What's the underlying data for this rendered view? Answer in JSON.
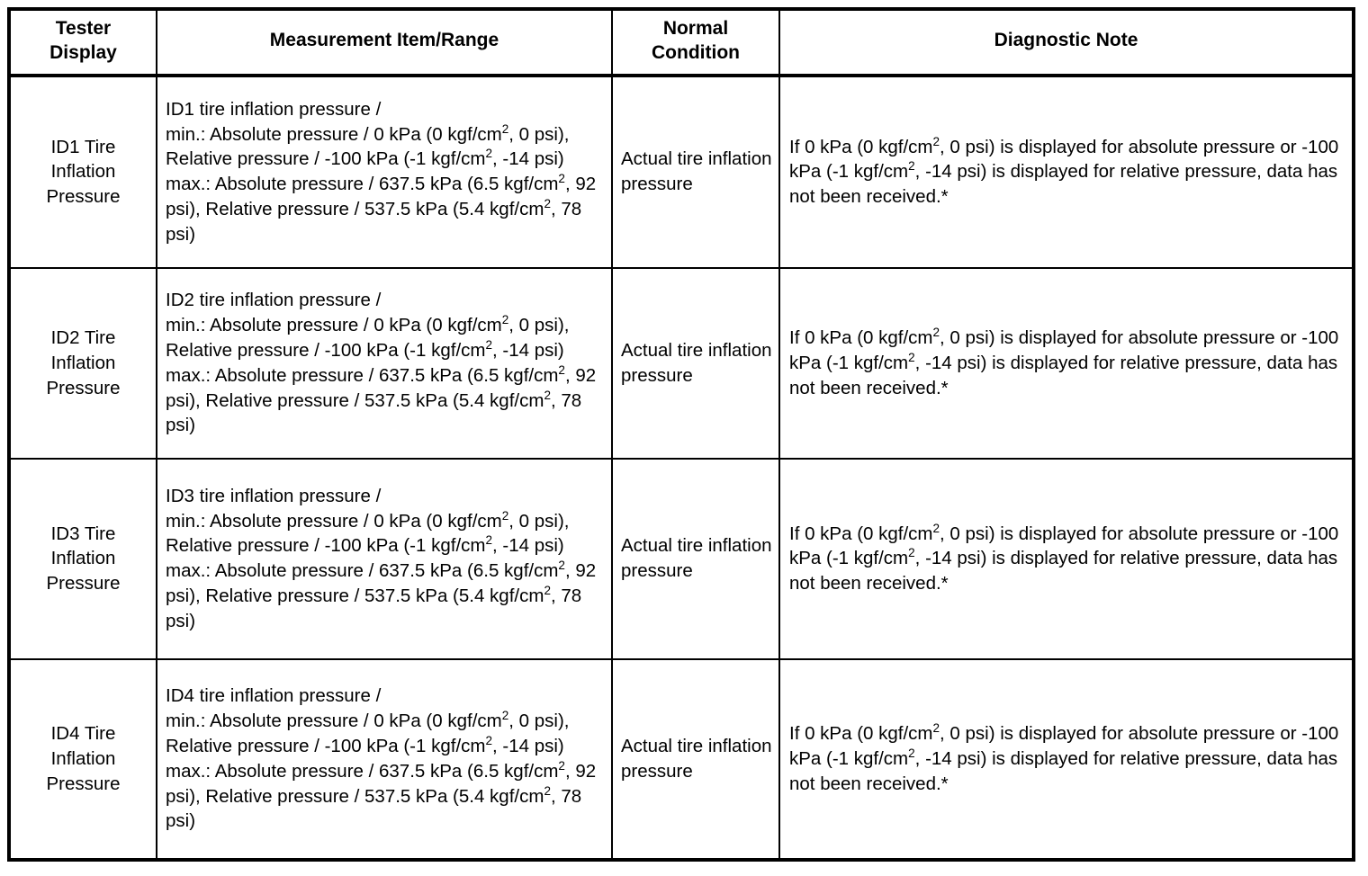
{
  "table": {
    "headers": [
      {
        "id": "tester-display",
        "label": "Tester\nDisplay"
      },
      {
        "id": "measurement-item-range",
        "label": "Measurement Item/Range"
      },
      {
        "id": "normal-condition",
        "label": "Normal\nCondition"
      },
      {
        "id": "diagnostic-note",
        "label": "Diagnostic Note"
      }
    ],
    "rows": [
      {
        "tester_display": "ID1 Tire Inflation Pressure",
        "measurement": {
          "title": "ID1 tire inflation pressure /",
          "min_label": "min.:",
          "min_text": "Absolute pressure / 0 kPa (0 kgf/cm2, 0 psi), Relative pressure / -100 kPa (-1 kgf/cm2, -14 psi)",
          "max_label": "max.:",
          "max_text": "Absolute pressure / 637.5 kPa (6.5 kgf/cm2, 92 psi), Relative pressure / 537.5 kPa (5.4 kgf/cm2, 78 psi)"
        },
        "normal_condition": "Actual tire inflation pressure",
        "diagnostic_note": "If 0 kPa (0 kgf/cm2, 0 psi) is displayed for absolute pressure or -100 kPa (-1 kgf/cm2, -14 psi) is displayed for relative pressure, data has not been received.*"
      },
      {
        "tester_display": "ID2 Tire Inflation Pressure",
        "measurement": {
          "title": "ID2 tire inflation pressure /",
          "min_label": "min.:",
          "min_text": "Absolute pressure / 0 kPa (0 kgf/cm2, 0 psi), Relative pressure / -100 kPa (-1 kgf/cm2, -14 psi)",
          "max_label": "max.:",
          "max_text": "Absolute pressure / 637.5 kPa (6.5 kgf/cm2, 92 psi), Relative pressure / 537.5 kPa (5.4 kgf/cm2, 78 psi)"
        },
        "normal_condition": "Actual tire inflation pressure",
        "diagnostic_note": "If 0 kPa (0 kgf/cm2, 0 psi) is displayed for absolute pressure or -100 kPa (-1 kgf/cm2, -14 psi) is displayed for relative pressure, data has not been received.*"
      },
      {
        "tester_display": "ID3 Tire Inflation Pressure",
        "measurement": {
          "title": "ID3 tire inflation pressure /",
          "min_label": "min.:",
          "min_text": "Absolute pressure / 0 kPa (0 kgf/cm2, 0 psi), Relative pressure / -100 kPa (-1 kgf/cm2, -14 psi)",
          "max_label": "max.:",
          "max_text": "Absolute pressure / 637.5 kPa (6.5 kgf/cm2, 92 psi), Relative pressure / 537.5 kPa (5.4 kgf/cm2, 78 psi)"
        },
        "normal_condition": "Actual tire inflation pressure",
        "diagnostic_note": "If 0 kPa (0 kgf/cm2, 0 psi) is displayed for absolute pressure or -100 kPa (-1 kgf/cm2, -14 psi) is displayed for relative pressure, data has not been received.*"
      },
      {
        "tester_display": "ID4 Tire Inflation Pressure",
        "measurement": {
          "title": "ID4 tire inflation pressure /",
          "min_label": "min.:",
          "min_text": "Absolute pressure / 0 kPa (0 kgf/cm2, 0 psi), Relative pressure / -100 kPa (-1 kgf/cm2, -14 psi)",
          "max_label": "max.:",
          "max_text": "Absolute pressure / 637.5 kPa (6.5 kgf/cm2, 92 psi), Relative pressure / 537.5 kPa (5.4 kgf/cm2, 78 psi)"
        },
        "normal_condition": "Actual tire inflation pressure",
        "diagnostic_note": "If 0 kPa (0 kgf/cm2, 0 psi) is displayed for absolute pressure or -100 kPa (-1 kgf/cm2, -14 psi) is displayed for relative pressure, data has not been received.*"
      }
    ]
  },
  "colors": {
    "text": "#000000",
    "background": "#ffffff",
    "border": "#000000"
  }
}
